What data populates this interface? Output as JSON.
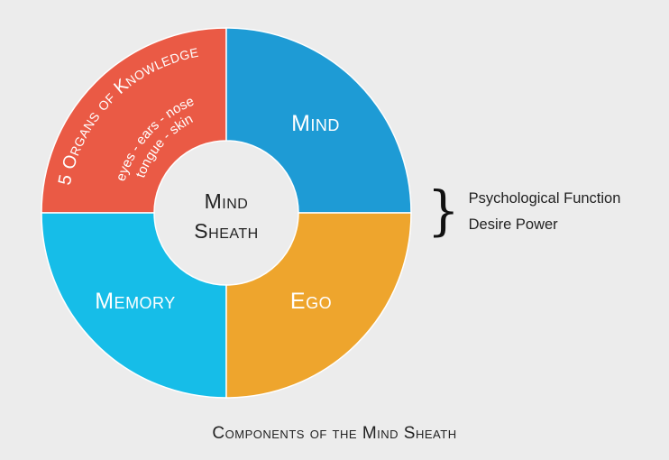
{
  "diagram": {
    "center": {
      "line1": "Mind",
      "line2": "Sheath"
    },
    "quadrants": {
      "top_left": {
        "outer_label": "5 Organs of Knowledge",
        "inner_line1": "eyes - ears - nose",
        "inner_line2": "tongue - skin",
        "color": "#ea5a45"
      },
      "top_right": {
        "label": "Mind",
        "color": "#1e9bd5"
      },
      "bottom_left": {
        "label": "Memory",
        "color": "#16bde8"
      },
      "bottom_right": {
        "label": "Ego",
        "color": "#eea52d"
      }
    }
  },
  "side_notes": {
    "brace": "}",
    "line1": "Psychological Function",
    "line2": "Desire Power"
  },
  "caption": "Components of the Mind Sheath"
}
